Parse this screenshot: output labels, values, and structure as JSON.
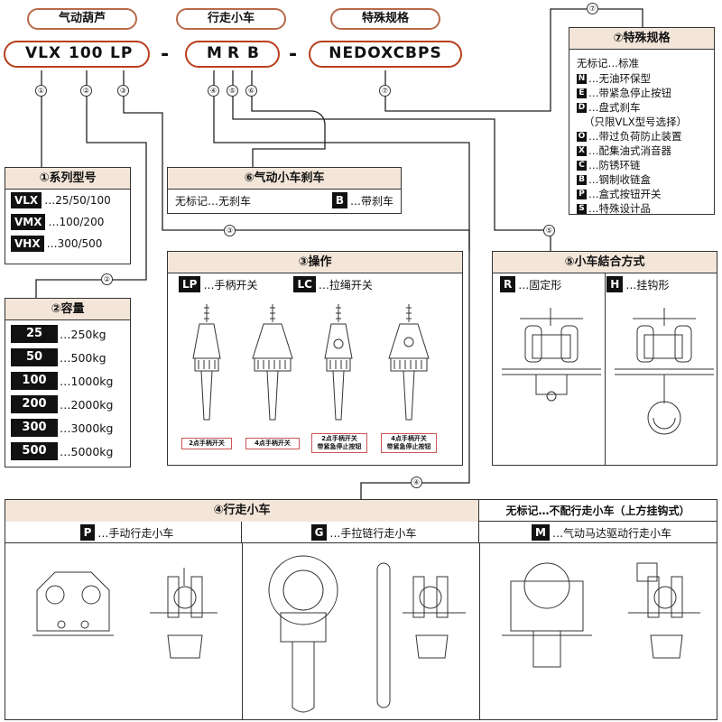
{
  "header": {
    "tags": [
      "气动葫芦",
      "行走小车",
      "特殊规格"
    ],
    "code_left": [
      "VLX",
      "100",
      "LP"
    ],
    "code_mid": [
      "M",
      "R",
      "B"
    ],
    "code_right": "NEDOXCBPS",
    "dash": "-",
    "markers": [
      "①",
      "②",
      "③",
      "④",
      "⑤",
      "⑥",
      "⑦"
    ]
  },
  "model": {
    "title": "①系列型号",
    "rows": [
      {
        "code": "VLX",
        "text": "…25/50/100"
      },
      {
        "code": "VMX",
        "text": "…100/200"
      },
      {
        "code": "VHX",
        "text": "…300/500"
      }
    ]
  },
  "capacity": {
    "title": "②容量",
    "rows": [
      {
        "code": "25",
        "text": "…250kg"
      },
      {
        "code": "50",
        "text": "…500kg"
      },
      {
        "code": "100",
        "text": "…1000kg"
      },
      {
        "code": "200",
        "text": "…2000kg"
      },
      {
        "code": "300",
        "text": "…3000kg"
      },
      {
        "code": "500",
        "text": "…5000kg"
      }
    ]
  },
  "brake": {
    "title": "⑥气动小车刹车",
    "none": "无标记…无刹车",
    "code": "B",
    "text": "…带刹车"
  },
  "operation": {
    "title": "③操作",
    "lp_code": "LP",
    "lp_text": "…手柄开关",
    "lc_code": "LC",
    "lc_text": "…拉绳开关",
    "captions": [
      "2点手柄开关",
      "4点手柄开关",
      "2点手柄开关\n带紧急停止按钮",
      "4点手柄开关\n带紧急停止按钮"
    ]
  },
  "coupling": {
    "title": "⑤小车結合方式",
    "r_code": "R",
    "r_text": "…固定形",
    "h_code": "H",
    "h_text": "…挂钩形"
  },
  "special": {
    "title": "⑦特殊规格",
    "intro": "无标记…标准",
    "rows": [
      {
        "code": "N",
        "text": "…无油环保型"
      },
      {
        "code": "E",
        "text": "…带紧急停止按钮"
      },
      {
        "code": "D",
        "text": "…盘式刹车"
      },
      {
        "code": "",
        "text": "（只限VLX型号选择）"
      },
      {
        "code": "O",
        "text": "…带过负荷防止装置"
      },
      {
        "code": "X",
        "text": "…配集油式消音器"
      },
      {
        "code": "C",
        "text": "…防锈环链"
      },
      {
        "code": "B",
        "text": "…钢制收链盒"
      },
      {
        "code": "P",
        "text": "…盒式按钮开关"
      },
      {
        "code": "S",
        "text": "…特殊设计品"
      }
    ]
  },
  "trolley": {
    "title": "④行走小车",
    "none_text": "无标记…不配行走小车（上方挂钩式）",
    "p_code": "P",
    "p_text": "…手动行走小车",
    "g_code": "G",
    "g_text": "…手拉链行走小车",
    "m_code": "M",
    "m_text": "…气动马达驱动行走小车"
  }
}
